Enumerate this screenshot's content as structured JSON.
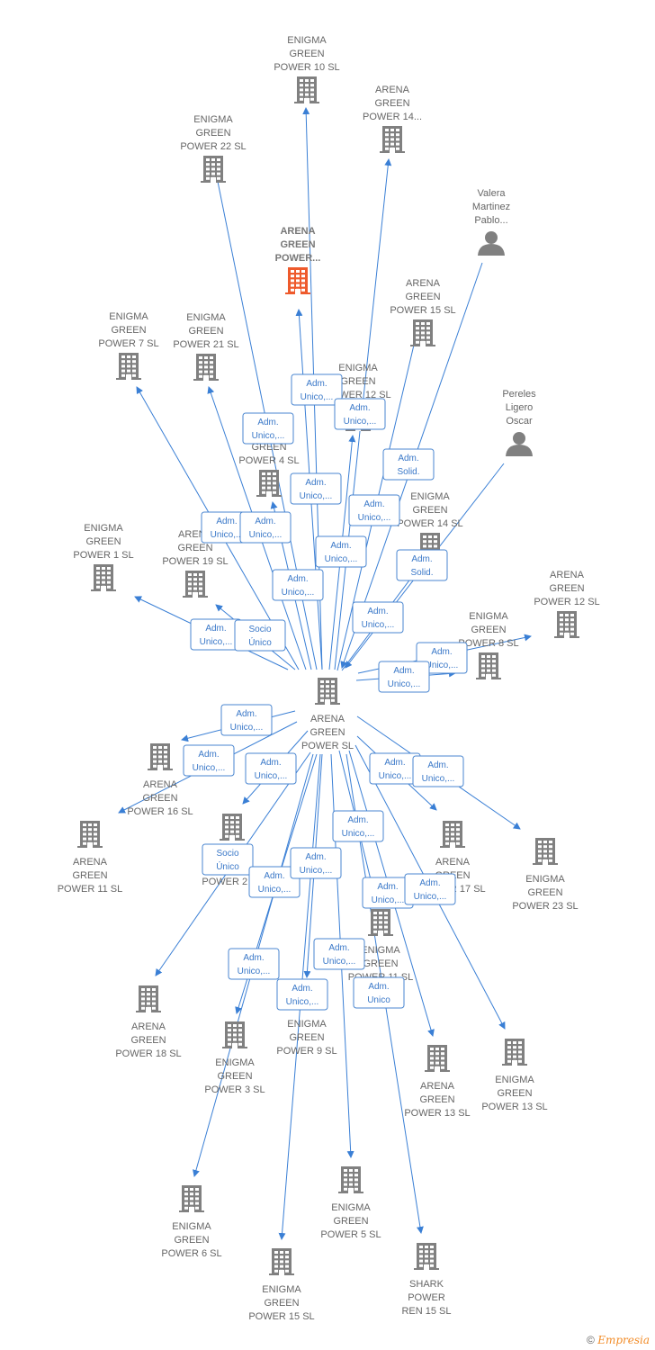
{
  "colors": {
    "edge": "#3a7fd5",
    "node": "#808080",
    "highlight": "#ee5a2c"
  },
  "center": {
    "id": "center",
    "label": [
      "ARENA",
      "GREEN",
      "POWER  SL"
    ]
  },
  "nodes": [
    {
      "id": "n1",
      "label": [
        "ENIGMA",
        "GREEN",
        "POWER 10  SL"
      ],
      "type": "company"
    },
    {
      "id": "n2",
      "label": [
        "ARENA",
        "GREEN",
        "POWER 14..."
      ],
      "type": "company"
    },
    {
      "id": "n3",
      "label": [
        "ENIGMA",
        "GREEN",
        "POWER 22  SL"
      ],
      "type": "company"
    },
    {
      "id": "n4",
      "label": [
        "Valera",
        "Martinez",
        "Pablo..."
      ],
      "type": "person"
    },
    {
      "id": "n5",
      "label": [
        "ARENA",
        "GREEN",
        "POWER..."
      ],
      "type": "company",
      "highlight": true
    },
    {
      "id": "n6",
      "label": [
        "ARENA",
        "GREEN",
        "POWER 15  SL"
      ],
      "type": "company"
    },
    {
      "id": "n7",
      "label": [
        "ENIGMA",
        "GREEN",
        "POWER 7  SL"
      ],
      "type": "company"
    },
    {
      "id": "n8",
      "label": [
        "ENIGMA",
        "GREEN",
        "POWER 21  SL"
      ],
      "type": "company"
    },
    {
      "id": "n9",
      "label": [
        "ENIGMA",
        "GREEN",
        "POWER 12  SL"
      ],
      "type": "company"
    },
    {
      "id": "n10",
      "label": [
        "Pereles",
        "Ligero",
        "Oscar"
      ],
      "type": "person"
    },
    {
      "id": "n11",
      "label": [
        "ENIGMA",
        "GREEN",
        "POWER 4  SL"
      ],
      "type": "company"
    },
    {
      "id": "n12",
      "label": [
        "ENIGMA",
        "GREEN",
        "POWER 14  SL"
      ],
      "type": "company"
    },
    {
      "id": "n13",
      "label": [
        "ENIGMA",
        "GREEN",
        "POWER 1  SL"
      ],
      "type": "company"
    },
    {
      "id": "n14",
      "label": [
        "ARENA",
        "GREEN",
        "POWER 19  SL"
      ],
      "type": "company"
    },
    {
      "id": "n15",
      "label": [
        "ARENA",
        "GREEN",
        "POWER 12  SL"
      ],
      "type": "company"
    },
    {
      "id": "n16",
      "label": [
        "ENIGMA",
        "GREEN",
        "POWER 8  SL"
      ],
      "type": "company"
    },
    {
      "id": "n17",
      "label": [
        "ARENA",
        "GREEN",
        "POWER 16  SL"
      ],
      "type": "company"
    },
    {
      "id": "n18",
      "label": [
        "ARENA",
        "GREEN",
        "POWER 11  SL"
      ],
      "type": "company"
    },
    {
      "id": "n19",
      "label": [
        "ARENA",
        "GREEN",
        "POWER 2  SL"
      ],
      "type": "company"
    },
    {
      "id": "n20",
      "label": [
        "ARENA",
        "GREEN",
        "POWER 17  SL"
      ],
      "type": "company"
    },
    {
      "id": "n21",
      "label": [
        "ENIGMA",
        "GREEN",
        "POWER 23  SL"
      ],
      "type": "company"
    },
    {
      "id": "n22",
      "label": [
        "ENIGMA",
        "GREEN",
        "POWER 11  SL"
      ],
      "type": "company"
    },
    {
      "id": "n23",
      "label": [
        "ARENA",
        "GREEN",
        "POWER 18  SL"
      ],
      "type": "company"
    },
    {
      "id": "n24",
      "label": [
        "ENIGMA",
        "GREEN",
        "POWER 3  SL"
      ],
      "type": "company"
    },
    {
      "id": "n25",
      "label": [
        "ENIGMA",
        "GREEN",
        "POWER 9  SL"
      ],
      "type": "company"
    },
    {
      "id": "n26",
      "label": [
        "ARENA",
        "GREEN",
        "POWER 13  SL"
      ],
      "type": "company"
    },
    {
      "id": "n27",
      "label": [
        "ENIGMA",
        "GREEN",
        "POWER 13  SL"
      ],
      "type": "company"
    },
    {
      "id": "n28",
      "label": [
        "ENIGMA",
        "GREEN",
        "POWER 6  SL"
      ],
      "type": "company"
    },
    {
      "id": "n29",
      "label": [
        "ENIGMA",
        "GREEN",
        "POWER 5  SL"
      ],
      "type": "company"
    },
    {
      "id": "n30",
      "label": [
        "ENIGMA",
        "GREEN",
        "POWER 15  SL"
      ],
      "type": "company"
    },
    {
      "id": "n31",
      "label": [
        "SHARK",
        "POWER",
        "REN 15  SL"
      ],
      "type": "company"
    }
  ],
  "edges": [
    {
      "to": "n1",
      "label": [
        "Adm.",
        "Unico,..."
      ]
    },
    {
      "to": "n2",
      "label": [
        "Adm.",
        "Unico,..."
      ]
    },
    {
      "to": "n3",
      "label": [
        "Adm.",
        "Unico,..."
      ]
    },
    {
      "to": "n5",
      "label": [
        "Adm.",
        "Unico,..."
      ]
    },
    {
      "to": "n6",
      "label": [
        "Adm.",
        "Unico,..."
      ]
    },
    {
      "to": "n7",
      "label": [
        "Adm.",
        "Unico,..."
      ]
    },
    {
      "to": "n8",
      "label": [
        "Adm.",
        "Unico,..."
      ]
    },
    {
      "to": "n9",
      "label": [
        "Adm.",
        "Unico,..."
      ]
    },
    {
      "to": "n11",
      "label": [
        "Adm.",
        "Unico,..."
      ]
    },
    {
      "to": "n12",
      "label": [
        "Adm.",
        "Unico,..."
      ]
    },
    {
      "to": "n13",
      "label": [
        "Adm.",
        "Unico,..."
      ]
    },
    {
      "to": "n14",
      "label": [
        "Socio",
        "Único"
      ]
    },
    {
      "to": "n15",
      "label": [
        "Adm.",
        "Unico,..."
      ]
    },
    {
      "to": "n16",
      "label": [
        "Adm.",
        "Unico,..."
      ]
    },
    {
      "from": "n4",
      "label": [
        "Adm.",
        "Solid."
      ]
    },
    {
      "from": "n10",
      "label": [
        "Adm.",
        "Solid."
      ]
    },
    {
      "to": "n17",
      "label": [
        "Adm.",
        "Unico,..."
      ]
    },
    {
      "to": "n18",
      "label": [
        "Adm.",
        "Unico,..."
      ]
    },
    {
      "to": "n19",
      "label": [
        "Adm.",
        "Unico,..."
      ]
    },
    {
      "to": "n20",
      "label": [
        "Adm.",
        "Unico,..."
      ]
    },
    {
      "to": "n21",
      "label": [
        "Adm.",
        "Unico,..."
      ]
    },
    {
      "to": "n22",
      "label": [
        "Adm.",
        "Unico,..."
      ]
    },
    {
      "to": "n23",
      "label": [
        "Socio",
        "Único"
      ]
    },
    {
      "to": "n24",
      "label": [
        "Adm.",
        "Unico,..."
      ]
    },
    {
      "to": "n25",
      "label": [
        "Adm.",
        "Unico,..."
      ]
    },
    {
      "to": "n26",
      "label": [
        "Adm.",
        "Unico,..."
      ]
    },
    {
      "to": "n27",
      "label": [
        "Adm.",
        "Unico,..."
      ]
    },
    {
      "to": "n28",
      "label": [
        "Adm.",
        "Unico,..."
      ]
    },
    {
      "to": "n29",
      "label": [
        "Adm.",
        "Unico,..."
      ]
    },
    {
      "to": "n30",
      "label": [
        "Adm.",
        "Unico,..."
      ]
    },
    {
      "to": "n31",
      "label": [
        "Adm.",
        "Unico"
      ]
    }
  ],
  "footer": {
    "copyright": "©",
    "brand": "Empresia"
  }
}
